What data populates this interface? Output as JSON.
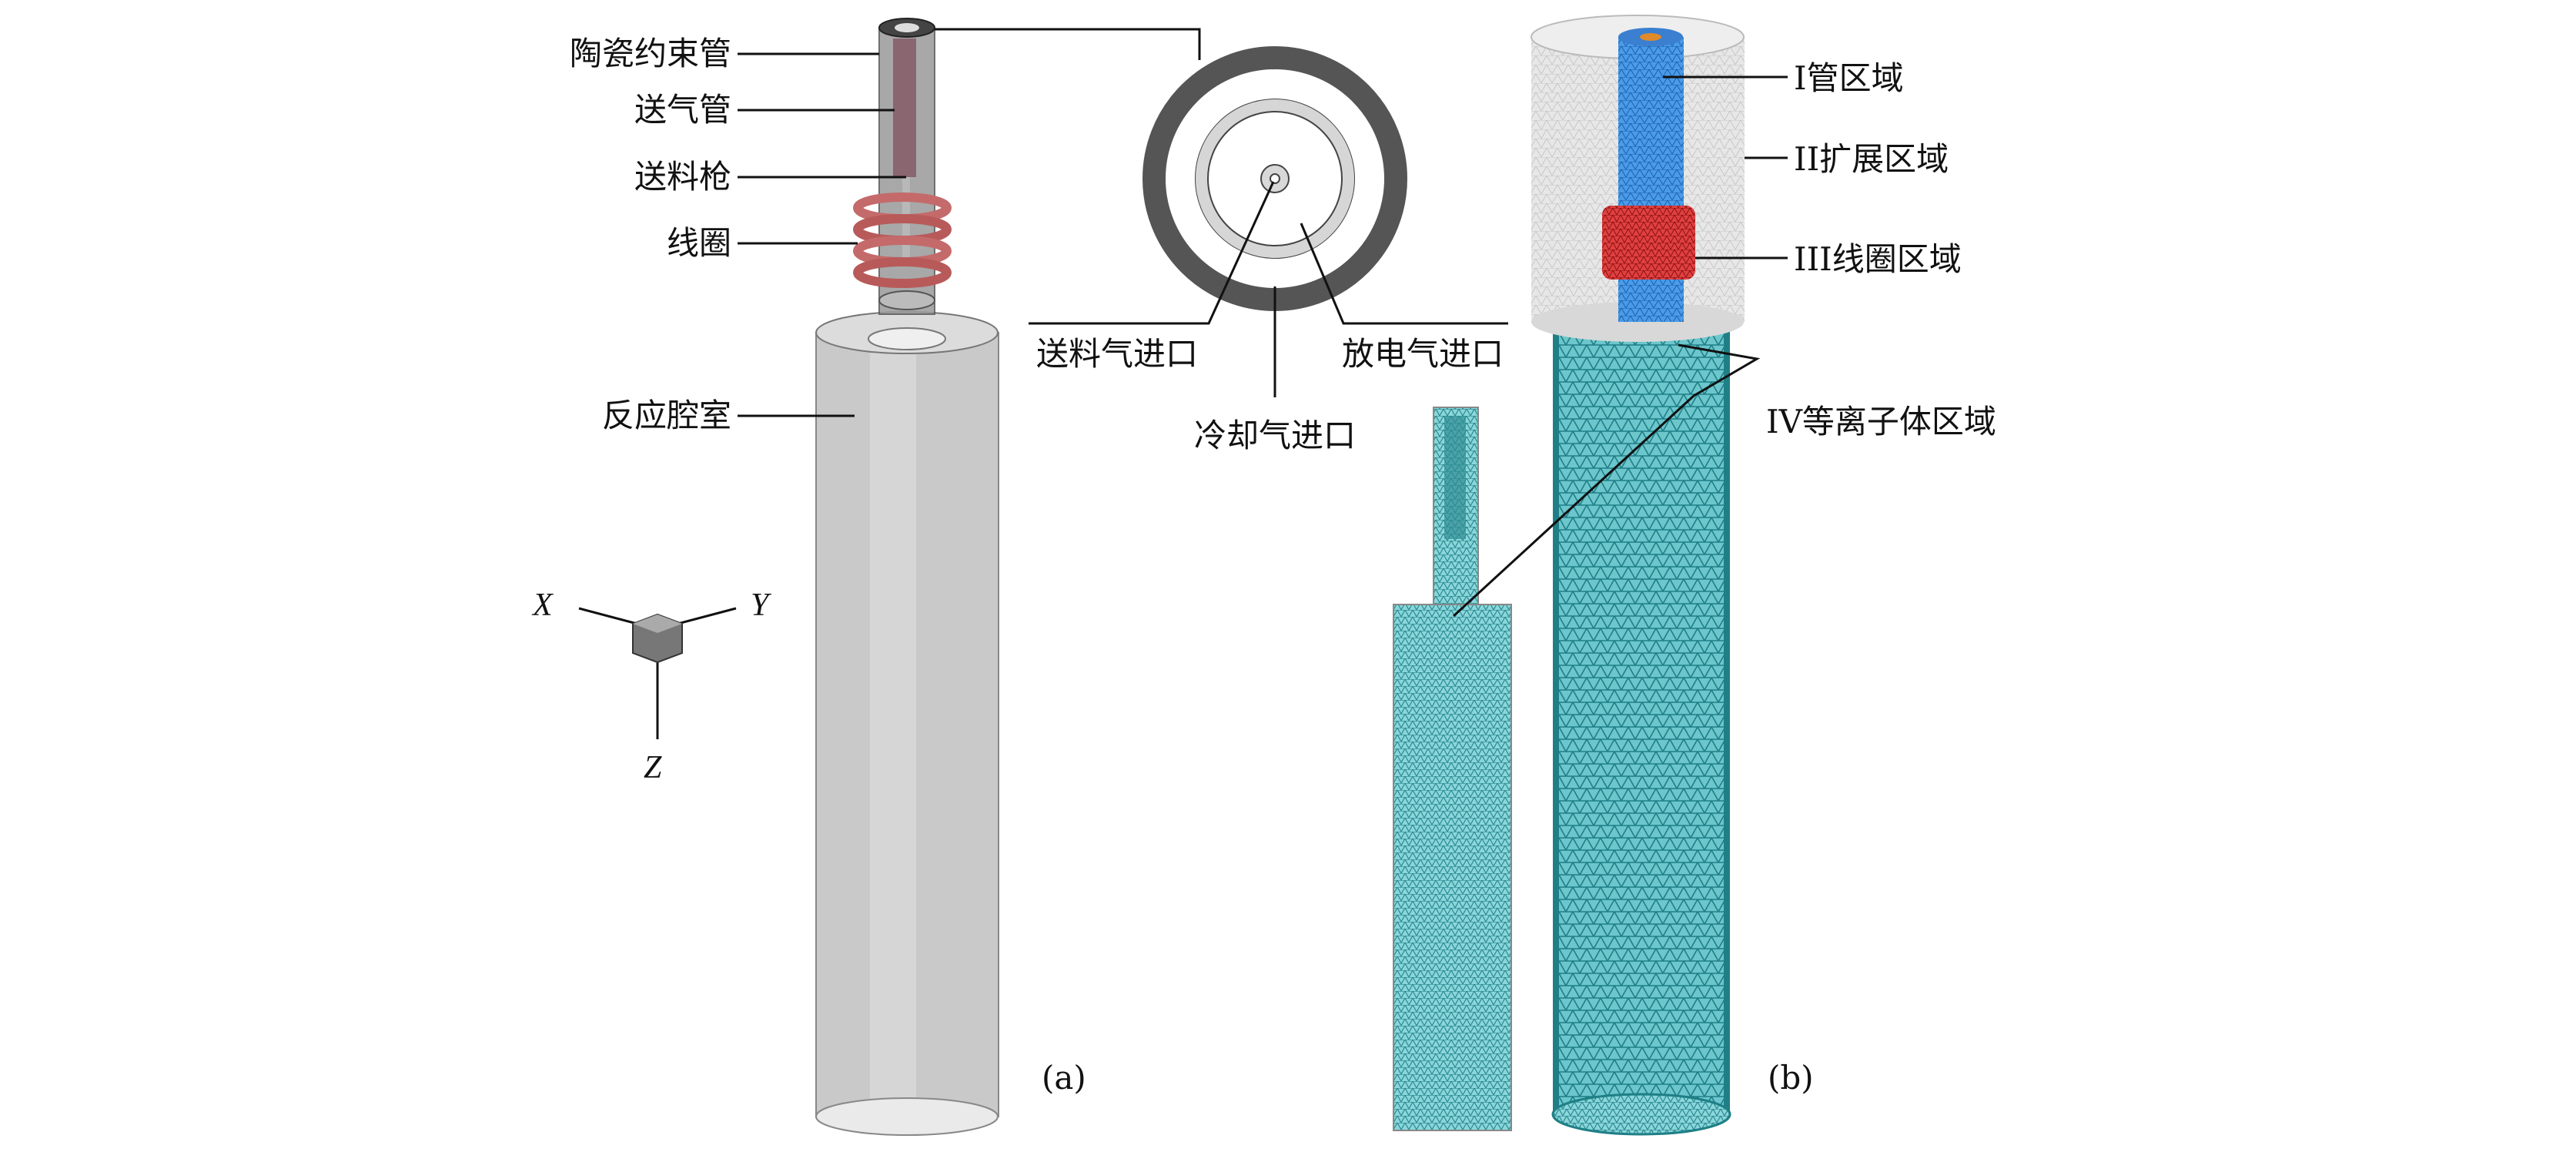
{
  "panel_a": {
    "label": "(a)",
    "parts": {
      "ceramic_tube": "陶瓷约束管",
      "gas_tube": "送气管",
      "feed_gun": "送料枪",
      "coil": "线圈",
      "chamber": "反应腔室"
    },
    "axes": {
      "x": "X",
      "y": "Y",
      "z": "Z"
    },
    "cross_section": {
      "feed_gas_inlet": "送料气进口",
      "discharge_gas_inlet": "放电气进口",
      "cooling_gas_inlet": "冷却气进口"
    }
  },
  "panel_b": {
    "label": "(b)",
    "regions": {
      "tube": "I管区域",
      "expansion": "II扩展区域",
      "coil": "III线圈区域",
      "plasma": "IV等离子体区域"
    }
  },
  "colors": {
    "mesh": "#1f7f86",
    "mesh_light": "#7fd3d8",
    "coil": "#c43a3a",
    "tube_blue": "#3f8fe0",
    "chamber_gray": "#c8c8c8"
  }
}
